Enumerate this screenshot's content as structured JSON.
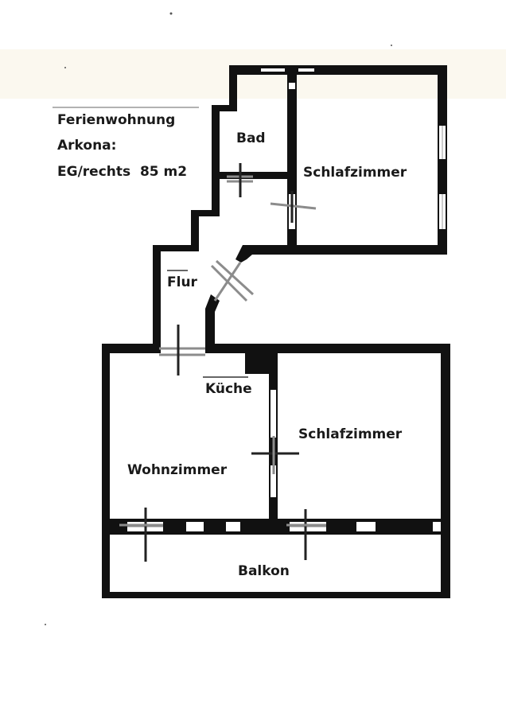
{
  "info": {
    "line1": "Ferienwohnung",
    "line2": "Arkona:",
    "line3": "EG/rechts  85 m2"
  },
  "rooms": {
    "bad": "Bad",
    "schlafzimmer_top": "Schlafzimmer",
    "flur": "Flur",
    "kueche": "Küche",
    "schlafzimmer_bottom": "Schlafzimmer",
    "wohnzimmer": "Wohnzimmer",
    "balkon": "Balkon"
  }
}
